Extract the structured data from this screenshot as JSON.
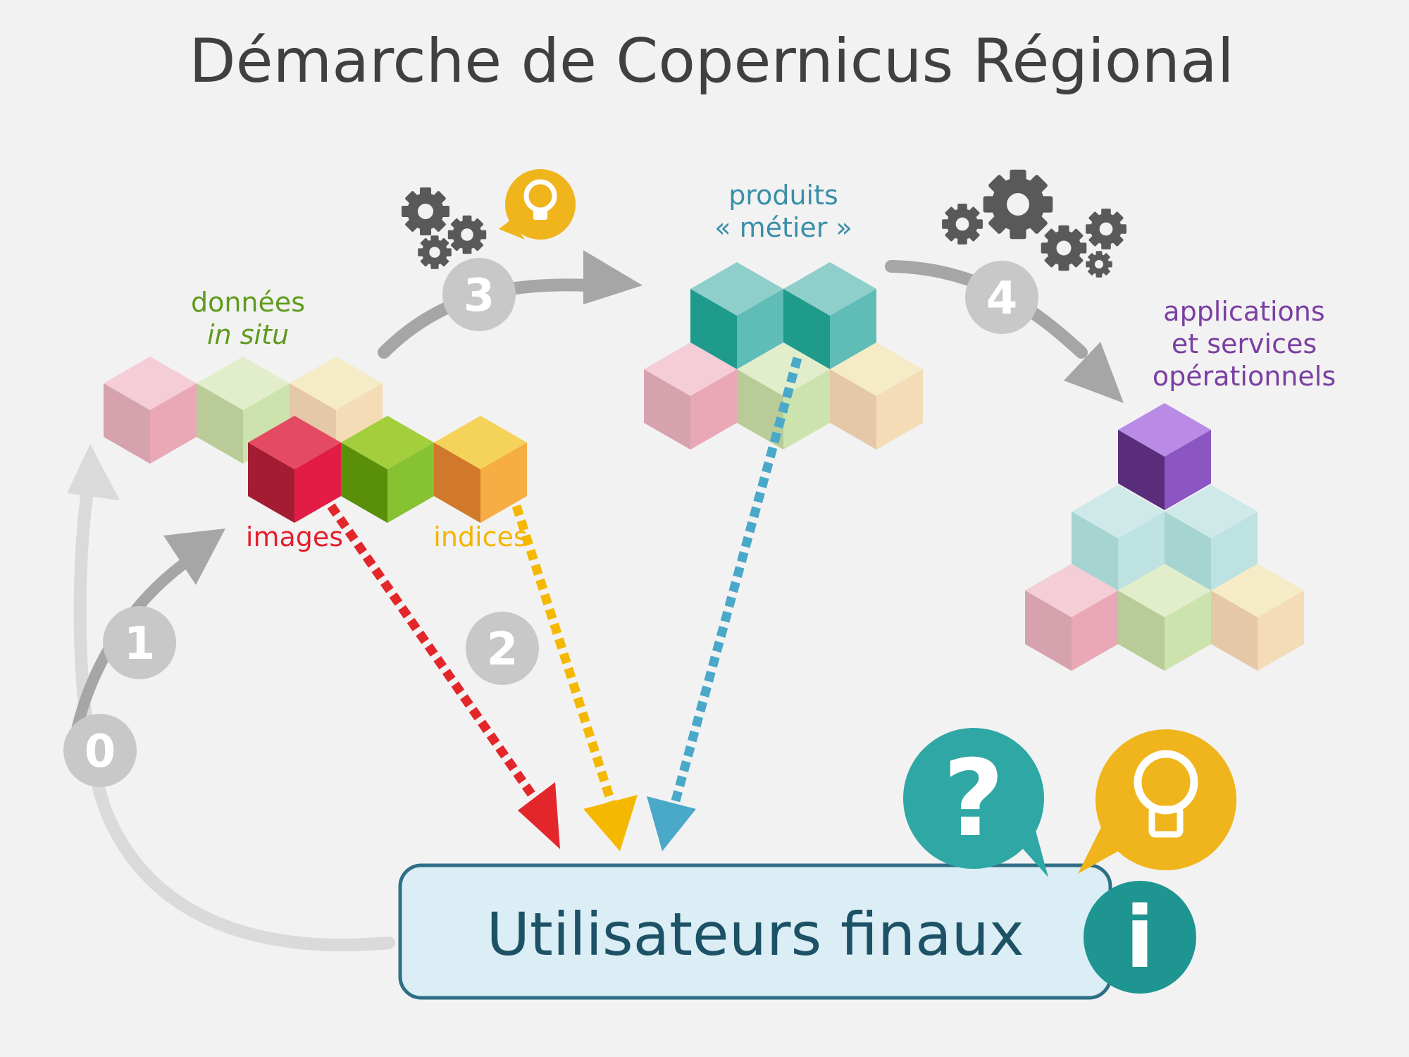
{
  "title": "Démarche de Copernicus Régional",
  "labels": {
    "donnees_line1": "données",
    "donnees_line2": "in situ",
    "images": "images",
    "indices": "indices",
    "produits_line1": "produits",
    "produits_line2": "« métier »",
    "applications_line1": "applications",
    "applications_line2": "et services",
    "applications_line3": "opérationnels",
    "users": "Utilisateurs finaux"
  },
  "steps": {
    "s0": "0",
    "s1": "1",
    "s2": "2",
    "s3": "3",
    "s4": "4"
  },
  "icons": {
    "question": "?",
    "info": "i"
  },
  "colors": {
    "background": "#f2f2f2",
    "title": "#404040",
    "donnees": "#5f9b1c",
    "images": "#e4202e",
    "indices": "#f5b400",
    "produits": "#3a8fa8",
    "applications": "#7b3fa2",
    "users_box_fill": "#dbeef5",
    "users_box_stroke": "#2e6f86",
    "users_text": "#1d5266",
    "step_circle": "#c8c8c8",
    "arrow_grey": "#a6a6a6",
    "arrow_light": "#d9d9d9",
    "gear": "#595959",
    "teal_bubble": "#2fa7a5",
    "yellow_bubble": "#f0b51c",
    "arrow_red": "#e3262a",
    "arrow_yellow": "#f5b800",
    "arrow_blue": "#4aa8c9"
  }
}
